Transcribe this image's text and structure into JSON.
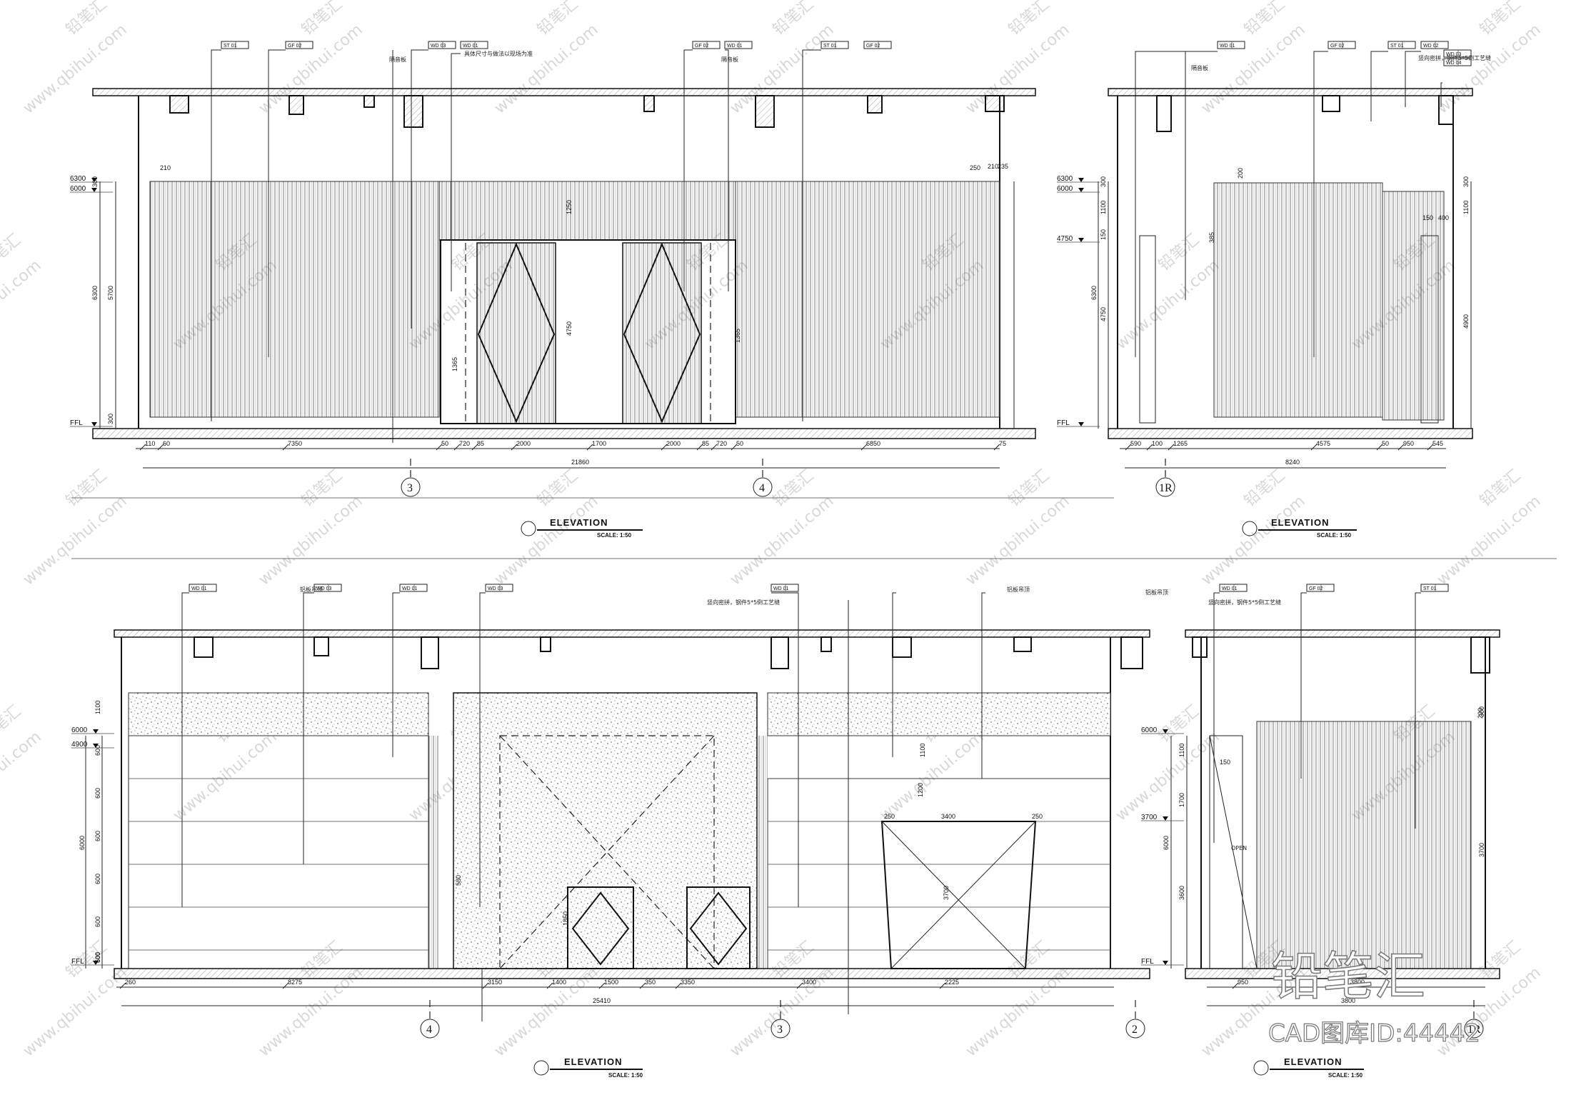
{
  "sheet": {
    "elevation_title": "ELEVATION",
    "scale_label": "SCALE: 1:50"
  },
  "elevation_top_left": {
    "levels": [
      "6300",
      "6000",
      "FFL"
    ],
    "overall_dims": [
      "21860"
    ],
    "dims_bottom": [
      "110",
      "60",
      "7350",
      "50",
      "720",
      "85",
      "2000",
      "1700",
      "2000",
      "85",
      "720",
      "50",
      "6850",
      "75"
    ],
    "dims_vertical": [
      "300",
      "5700",
      "300",
      "6300"
    ],
    "dims_misc": [
      "1250",
      "4750",
      "1365",
      "1365",
      "250",
      "210",
      "235",
      "210"
    ],
    "grid_labels": [
      "3",
      "4"
    ],
    "tags": [
      "ST 01",
      "GF 02",
      "WD 03",
      "WD 01",
      "GF 02",
      "WD 01",
      "ST 01",
      "GF 02"
    ],
    "notes": [
      "隔音板",
      "隔音板",
      "具体尺寸与做法以现场为准"
    ]
  },
  "elevation_top_right": {
    "levels": [
      "6300",
      "6000",
      "4750",
      "FFL"
    ],
    "overall_dims": [
      "8240"
    ],
    "dims_bottom": [
      "590",
      "100",
      "1265",
      "4575",
      "50",
      "950",
      "545"
    ],
    "dims_vertical": [
      "300",
      "1100",
      "150",
      "4750",
      "6300",
      "300",
      "1100",
      "4900"
    ],
    "dims_misc": [
      "200",
      "150",
      "400",
      "385"
    ],
    "grid_labels": [
      "1R"
    ],
    "tags": [
      "WD 01",
      "GF 02",
      "ST 01",
      "WD 02",
      "WD 03",
      "WD 04"
    ],
    "notes": [
      "隔音板",
      "竖向密拼，钢件5*5倒工艺缝"
    ]
  },
  "elevation_bottom_left": {
    "levels": [
      "6000",
      "4900",
      "FFL"
    ],
    "overall_dims": [
      "25410"
    ],
    "dims_bottom": [
      "260",
      "8275",
      "3150",
      "1400",
      "1500",
      "350",
      "3350",
      "3400",
      "2225"
    ],
    "dims_vertical": [
      "1100",
      "600",
      "600",
      "600",
      "600",
      "600",
      "600",
      "600",
      "600",
      "6000"
    ],
    "dims_misc": [
      "250",
      "3400",
      "250",
      "1200",
      "3700",
      "1850",
      "1100",
      "580"
    ],
    "grid_labels": [
      "4",
      "3"
    ],
    "tags": [
      "WD 01",
      "WD 03",
      "WD 01",
      "WD 03",
      "WD 01"
    ],
    "notes": [
      "竖向密拼，钢件5*5倒工艺缝",
      "铝板吊顶",
      "铝板吊顶"
    ]
  },
  "elevation_bottom_right": {
    "levels": [
      "6000",
      "3700",
      "FFL"
    ],
    "overall_dims": [
      "3800"
    ],
    "dims_bottom": [
      "950",
      "3800"
    ],
    "dims_vertical": [
      "1100",
      "1700",
      "3600",
      "6000",
      "300",
      "3700"
    ],
    "dims_misc": [
      "150",
      "200"
    ],
    "grid_labels": [
      "2",
      "1R"
    ],
    "tags": [
      "WD 01",
      "GF 02",
      "ST 01"
    ],
    "notes": [
      "铝板吊顶",
      "竖向密拼，钢件5*5倒工艺缝",
      "OPEN"
    ]
  },
  "watermark": {
    "text": "www.qbihui.com",
    "brand": "铅笔汇",
    "logo": "铅笔汇",
    "id_label": "CAD图库ID:44442"
  }
}
